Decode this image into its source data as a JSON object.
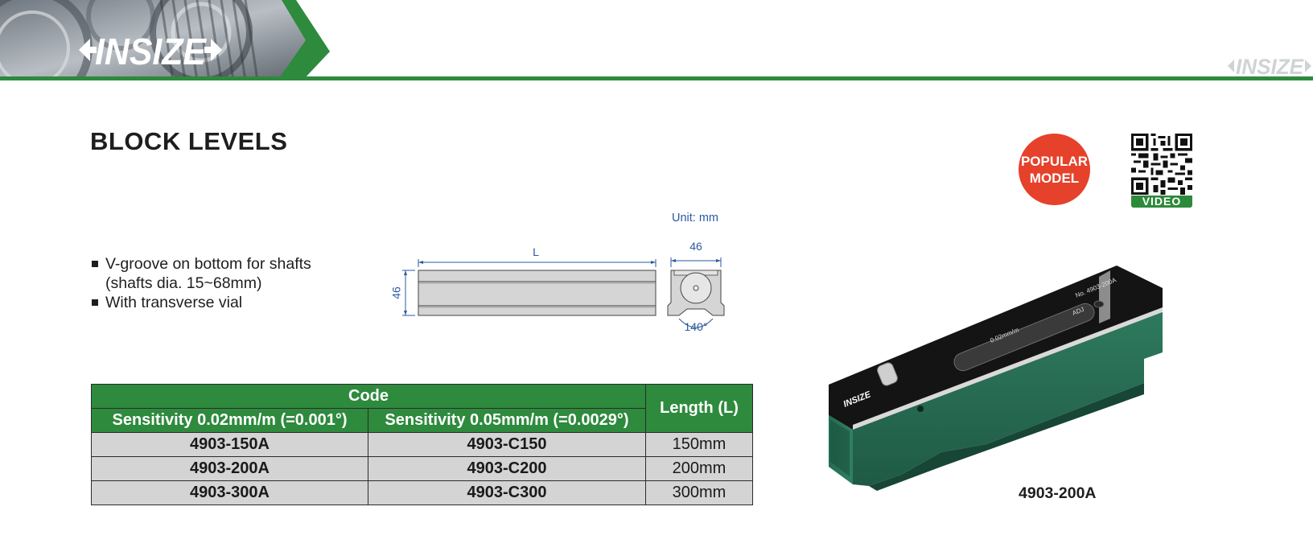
{
  "brand": {
    "logo_text": "INSIZE",
    "watermark_text": "INSIZE",
    "green": "#2e8a3d"
  },
  "page_title": "BLOCK LEVELS",
  "badges": {
    "popular_line1": "POPULAR",
    "popular_line2": "MODEL",
    "video_label": "VIDEO"
  },
  "features": [
    {
      "text": "V-groove on bottom for shafts",
      "continuation": "(shafts dia. 15~68mm)"
    },
    {
      "text": "With transverse vial",
      "continuation": ""
    }
  ],
  "drawing": {
    "unit": "Unit: mm",
    "length_label": "L",
    "height_label": "46",
    "width_label": "46",
    "angle_label": "140°"
  },
  "table": {
    "group_header": "Code",
    "col1_header": "Sensitivity 0.02mm/m (=0.001°)",
    "col2_header": "Sensitivity 0.05mm/m (=0.0029°)",
    "col3_header": "Length (L)",
    "rows": [
      {
        "code1": "4903-150A",
        "code2": "4903-C150",
        "length": "150mm"
      },
      {
        "code1": "4903-200A",
        "code2": "4903-C200",
        "length": "200mm"
      },
      {
        "code1": "4903-300A",
        "code2": "4903-C300",
        "length": "300mm"
      }
    ]
  },
  "product": {
    "caption": "4903-200A",
    "face_brand": "INSIZE",
    "face_sensitivity": "0.02mm/m",
    "face_model": "No. 4903-200A",
    "face_adj": "ADJ"
  }
}
